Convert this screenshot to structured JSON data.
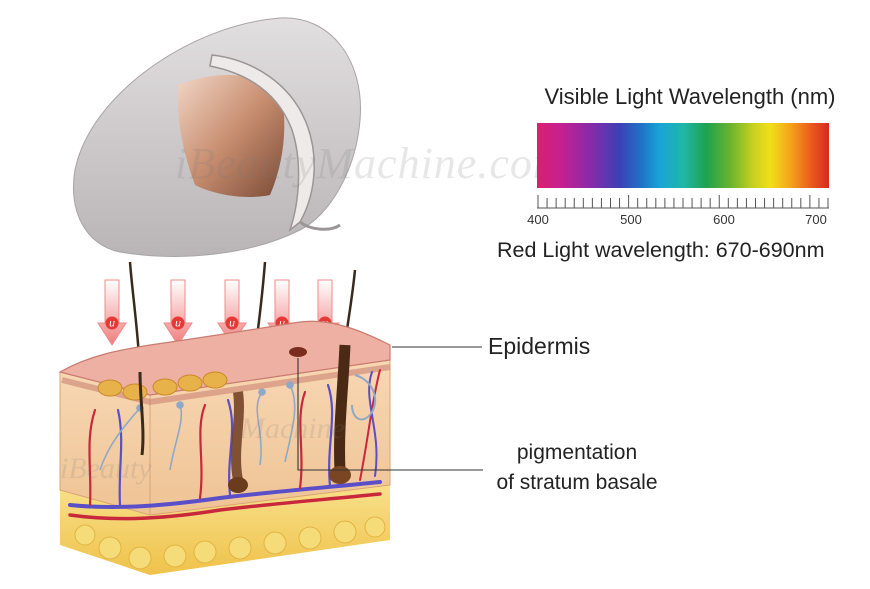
{
  "spectrum": {
    "title": "Visible Light Wavelength (nm)",
    "ticks": [
      "400",
      "500",
      "600",
      "700"
    ],
    "red_light_text": "Red Light wavelength: 670-690nm"
  },
  "labels": {
    "epidermis": "Epidermis",
    "pigmentation_line1": "pigmentation",
    "pigmentation_line2": "of stratum basale"
  },
  "watermark": {
    "text": "iBeautyMachine.com",
    "text_small_1": "iBeauty",
    "text_small_2": "Machine"
  },
  "arrows": {
    "glyph": "u",
    "count": 5
  },
  "colors": {
    "mask": "#cfcbcc",
    "visor": "#c99a82",
    "arrow": "#f28a8a",
    "arrow_badge": "#e53935",
    "epidermis": "#e8a9a0",
    "dermis": "#f3cfa6",
    "fat": "#f5d060",
    "vein": "#5a4fc8",
    "artery": "#c8283c"
  }
}
